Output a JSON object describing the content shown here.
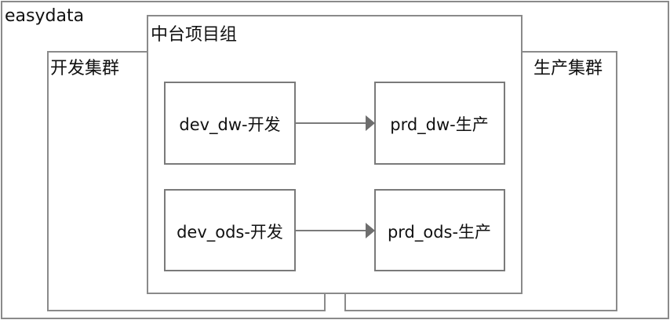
{
  "frames": {
    "outer": "easydata",
    "dev_cluster": "开发集群",
    "prod_cluster": "生产集群",
    "project_group": "中台项目组"
  },
  "nodes": {
    "dev_dw": "dev_dw-开发",
    "prd_dw": "prd_dw-生产",
    "dev_ods": "dev_ods-开发",
    "prd_ods": "prd_ods-生产"
  },
  "edges": [
    {
      "from": "dev_dw-开发",
      "to": "prd_dw-生产"
    },
    {
      "from": "dev_ods-开发",
      "to": "prd_ods-生产"
    }
  ]
}
